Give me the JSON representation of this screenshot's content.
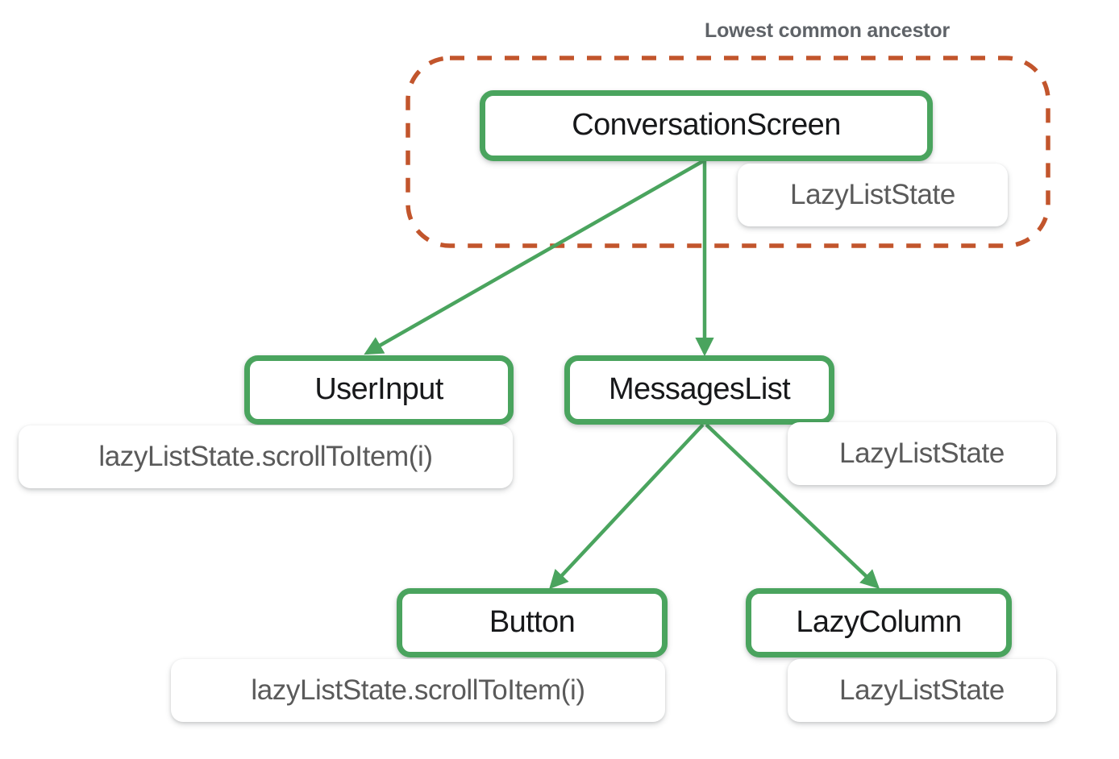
{
  "title": "Lowest common ancestor",
  "colors": {
    "green_border": "#4aa45e",
    "yellow_border": "#f9c647",
    "dashed_group": "#c2552c",
    "node_text": "#17181a",
    "state_text": "#5a5a5a",
    "title_text": "#5f6368",
    "background": "#ffffff"
  },
  "group": {
    "name": "lowest-common-ancestor-group",
    "label": "Lowest common ancestor",
    "style": "dashed"
  },
  "nodes": [
    {
      "id": "conversation-screen",
      "label": "ConversationScreen",
      "kind": "composable"
    },
    {
      "id": "user-input",
      "label": "UserInput",
      "kind": "composable"
    },
    {
      "id": "messages-list",
      "label": "MessagesList",
      "kind": "composable"
    },
    {
      "id": "button",
      "label": "Button",
      "kind": "composable"
    },
    {
      "id": "lazy-column",
      "label": "LazyColumn",
      "kind": "composable"
    }
  ],
  "state_badges": [
    {
      "id": "conversation-screen-state",
      "label": "LazyListState",
      "owner": "conversation-screen"
    },
    {
      "id": "user-input-state",
      "label": "lazyListState.scrollToItem(i)",
      "owner": "user-input"
    },
    {
      "id": "messages-list-state",
      "label": "LazyListState",
      "owner": "messages-list"
    },
    {
      "id": "button-state",
      "label": "lazyListState.scrollToItem(i)",
      "owner": "button"
    },
    {
      "id": "lazy-column-state",
      "label": "LazyListState",
      "owner": "lazy-column"
    }
  ],
  "edges": [
    {
      "from": "conversation-screen",
      "to": "user-input"
    },
    {
      "from": "conversation-screen",
      "to": "messages-list"
    },
    {
      "from": "messages-list",
      "to": "button"
    },
    {
      "from": "messages-list",
      "to": "lazy-column"
    }
  ]
}
